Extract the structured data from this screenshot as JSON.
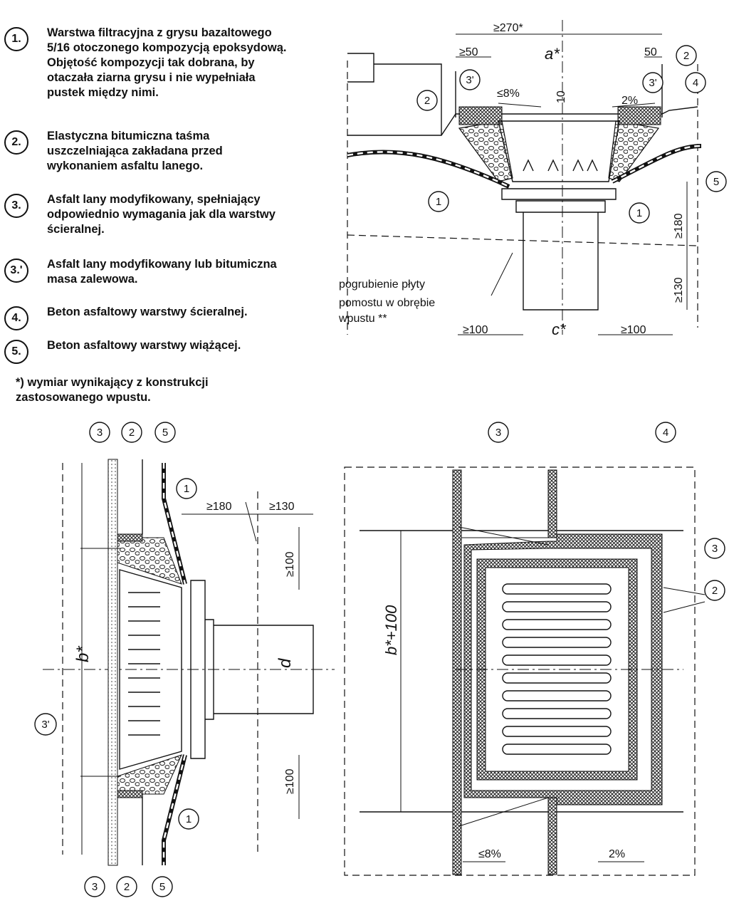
{
  "legend": {
    "items": [
      {
        "num": "1.",
        "text": "Warstwa filtracyjna z grysu bazaltowego\n5/16 otoczonego kompozycją epoksydową.\nObjętość kompozycji tak dobrana, by\notaczała ziarna grysu i nie wypełniała\npustek między nimi."
      },
      {
        "num": "2.",
        "text": "Elastyczna bitumiczna taśma\nuszczelniająca zakładana przed\nwykonaniem asfaltu lanego."
      },
      {
        "num": "3.",
        "text": "Asfalt lany modyfikowany, spełniający\nodpowiednio wymagania jak dla warstwy\nścieralnej."
      },
      {
        "num": "3.'",
        "text": "Asfalt lany modyfikowany lub bitumiczna\nmasa zalewowa."
      },
      {
        "num": "4.",
        "text": "Beton asfaltowy warstwy ścieralnej."
      },
      {
        "num": "5.",
        "text": "Beton asfaltowy warstwy wiążącej."
      }
    ],
    "footnote": "*) wymiar wynikający z konstrukcji\nzastosowanego wpustu."
  },
  "section_top": {
    "dim_top": "≥270*",
    "dim_a": "a*",
    "dim_50_left": "≥50",
    "dim_50_right": "50",
    "slope_left": "≤8%",
    "slope_right": "2%",
    "dim_10": "10",
    "dim_180": "≥180",
    "dim_130": "≥130",
    "dim_100_left": "≥100",
    "dim_c": "c*",
    "dim_100_right": "≥100",
    "note": "pogrubienie płyty\npomostu w obrębie\nwpustu **",
    "markers": [
      "1",
      "1",
      "2",
      "2",
      "3'",
      "3'",
      "4",
      "5"
    ]
  },
  "section_side": {
    "dim_180": "≥180",
    "dim_130": "≥130",
    "dim_100_top": "≥100",
    "dim_100_bottom": "≥100",
    "dim_b": "b*",
    "dim_d": "d",
    "markers": [
      "3",
      "2",
      "5",
      "1",
      "3'",
      "1",
      "3",
      "2",
      "5"
    ]
  },
  "plan": {
    "dim_b100": "b*+100",
    "slope_left": "≤8%",
    "slope_right": "2%",
    "markers": [
      "3",
      "4",
      "3",
      "2"
    ]
  }
}
